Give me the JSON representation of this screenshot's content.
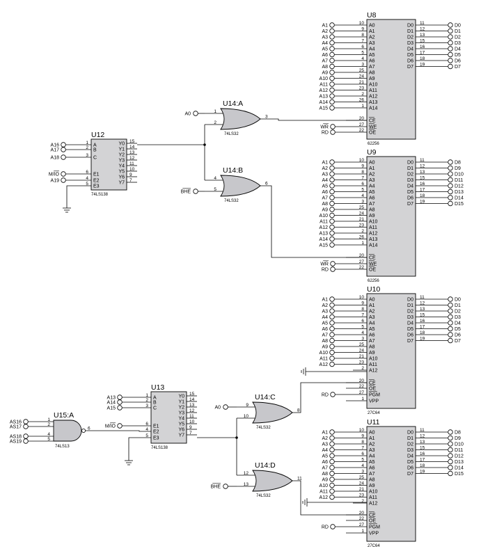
{
  "parts": {
    "U8": {
      "ref": "U8",
      "type": "62256"
    },
    "U9": {
      "ref": "U9",
      "type": "62256"
    },
    "U10": {
      "ref": "U10",
      "type": "27C64"
    },
    "U11": {
      "ref": "U11",
      "type": "27C64"
    },
    "U12": {
      "ref": "U12",
      "type": "74LS138"
    },
    "U13": {
      "ref": "U13",
      "type": "74LS138"
    },
    "U14A": {
      "ref": "U14:A",
      "type": "74LS32"
    },
    "U14B": {
      "ref": "U14:B",
      "type": "74LS32"
    },
    "U14C": {
      "ref": "U14:C",
      "type": "74LS32"
    },
    "U14D": {
      "ref": "U14:D",
      "type": "74LS32"
    },
    "U15A": {
      "ref": "U15:A",
      "type": "74LS13"
    }
  },
  "ram": {
    "addr_pins": [
      "A0",
      "A1",
      "A2",
      "A3",
      "A4",
      "A5",
      "A6",
      "A7",
      "A8",
      "A9",
      "A10",
      "A11",
      "A12",
      "A13",
      "A14"
    ],
    "addr_nums": [
      "10",
      "9",
      "8",
      "7",
      "6",
      "5",
      "4",
      "3",
      "25",
      "24",
      "21",
      "23",
      "2",
      "26",
      "1"
    ],
    "addr_nets": [
      "A1",
      "A2",
      "A3",
      "A4",
      "A5",
      "A6",
      "A7",
      "A8",
      "A9",
      "A10",
      "A11",
      "A12",
      "A13",
      "A14",
      "A15"
    ],
    "ctl_pins": [
      "CE",
      "WE",
      "OE"
    ],
    "ctl_nums": [
      "20",
      "27",
      "22"
    ],
    "ctl_nets": [
      "",
      "WR",
      "RD"
    ]
  },
  "rom": {
    "addr_pins": [
      "A0",
      "A1",
      "A2",
      "A3",
      "A4",
      "A5",
      "A6",
      "A7",
      "A8",
      "A9",
      "A10",
      "A11",
      "A12"
    ],
    "addr_nums": [
      "10",
      "9",
      "8",
      "7",
      "6",
      "5",
      "4",
      "3",
      "25",
      "24",
      "21",
      "23",
      "2"
    ],
    "addr_nets": [
      "A1",
      "A2",
      "A3",
      "A4",
      "A5",
      "A6",
      "A7",
      "A8",
      "A9",
      "A10",
      "A11",
      "A12",
      ""
    ],
    "ctl_pins": [
      "CE",
      "OE",
      "PGM",
      "VPP"
    ],
    "ctl_nums": [
      "20",
      "22",
      "27",
      "1"
    ],
    "ctl_nets": [
      "",
      "",
      "RD",
      ""
    ]
  },
  "data_pins": [
    "D0",
    "D1",
    "D2",
    "D3",
    "D4",
    "D5",
    "D6",
    "D7"
  ],
  "data_nums": [
    "11",
    "12",
    "13",
    "15",
    "16",
    "17",
    "18",
    "19"
  ],
  "data_lo": [
    "D0",
    "D1",
    "D2",
    "D3",
    "D4",
    "D5",
    "D6",
    "D7"
  ],
  "data_hi": [
    "D8",
    "D9",
    "D10",
    "D11",
    "D12",
    "D13",
    "D14",
    "D15"
  ],
  "dec": {
    "in_pins": [
      "A",
      "B",
      "C",
      "E1",
      "E2",
      "E3"
    ],
    "in_nums": [
      "1",
      "2",
      "3",
      "6",
      "4",
      "5"
    ],
    "out_pins": [
      "Y0",
      "Y1",
      "Y2",
      "Y3",
      "Y4",
      "Y5",
      "Y6",
      "Y7"
    ],
    "out_nums": [
      "15",
      "14",
      "13",
      "12",
      "11",
      "10",
      "9",
      "7"
    ],
    "u12_nets": [
      "A16",
      "A17",
      "A18",
      "M/IO",
      "A19"
    ],
    "u13_nets": [
      "A13",
      "A14",
      "A15",
      "M/IO"
    ]
  },
  "or_nums": {
    "U14A": [
      "1",
      "2",
      "3"
    ],
    "U14B": [
      "4",
      "5",
      "6"
    ],
    "U14C": [
      "9",
      "10",
      "8"
    ],
    "U14D": [
      "12",
      "13",
      "11"
    ]
  },
  "or_nets": {
    "U14A": "A0",
    "U14B": "BHE",
    "U14C": "A0",
    "U14D": "BHE"
  },
  "nand": {
    "nums": [
      "1",
      "2",
      "4",
      "5",
      "6"
    ],
    "nets": [
      "AS16",
      "AS17",
      "AS18",
      "AS19"
    ]
  }
}
